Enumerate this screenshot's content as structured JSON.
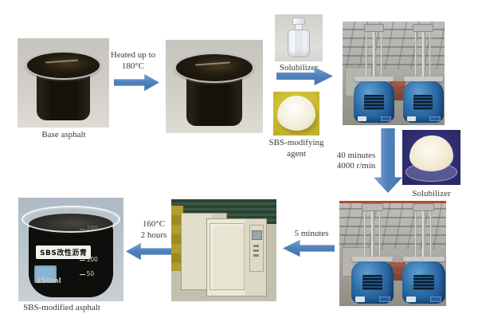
{
  "figure": {
    "colors": {
      "arrow": "#4f81bd",
      "text": "#3e3a33"
    },
    "stages": {
      "base_asphalt": {
        "caption": "Base asphalt"
      },
      "heating": {
        "line1": "Heated up to",
        "line2": "180°C"
      },
      "solubilizer_bottle": {
        "label": "Solubilizer"
      },
      "sbs_agent": {
        "line1": "SBS-modifying",
        "line2": "agent"
      },
      "shearing": {
        "line1": "40 minutes",
        "line2": "4000 r/min"
      },
      "solubilizer_dish": {
        "label": "Solubilizer"
      },
      "swelling": {
        "label": "5 minutes"
      },
      "curing": {
        "line1": "160°C",
        "line2": "2 hours"
      },
      "product": {
        "beaker_label": "SBS改性沥青",
        "grad_200": "200",
        "grad_100": "100",
        "grad_50": "50",
        "volume_mark": "250ml",
        "caption": "SBS-modified asphalt"
      }
    }
  }
}
